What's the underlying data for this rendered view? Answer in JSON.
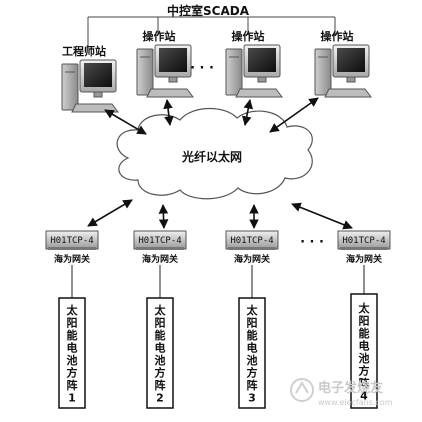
{
  "scada_title": "中控室SCADA",
  "stations": [
    {
      "label": "工程师站"
    },
    {
      "label": "操作站"
    },
    {
      "label": "操作站"
    },
    {
      "label": "操作站"
    }
  ],
  "station_ellipsis": "· · ·",
  "network_label": "光纤以太网",
  "gateways": [
    {
      "model": "H01TCP-4",
      "caption": "海为网关"
    },
    {
      "model": "H01TCP-4",
      "caption": "海为网关"
    },
    {
      "model": "H01TCP-4",
      "caption": "海为网关"
    },
    {
      "model": "H01TCP-4",
      "caption": "海为网关"
    }
  ],
  "gateway_ellipsis": "· · ·",
  "arrays": [
    {
      "chars": [
        "太",
        "阳",
        "能",
        "电",
        "池",
        "方",
        "阵"
      ],
      "num": "1"
    },
    {
      "chars": [
        "太",
        "阳",
        "能",
        "电",
        "池",
        "方",
        "阵"
      ],
      "num": "2"
    },
    {
      "chars": [
        "太",
        "阳",
        "能",
        "电",
        "池",
        "方",
        "阵"
      ],
      "num": "3"
    },
    {
      "chars": [
        "太",
        "阳",
        "能",
        "电",
        "池",
        "方",
        "阵"
      ],
      "num": "4"
    }
  ],
  "watermark": "电子发烧友",
  "watermark_url": "www.elecfans.com"
}
